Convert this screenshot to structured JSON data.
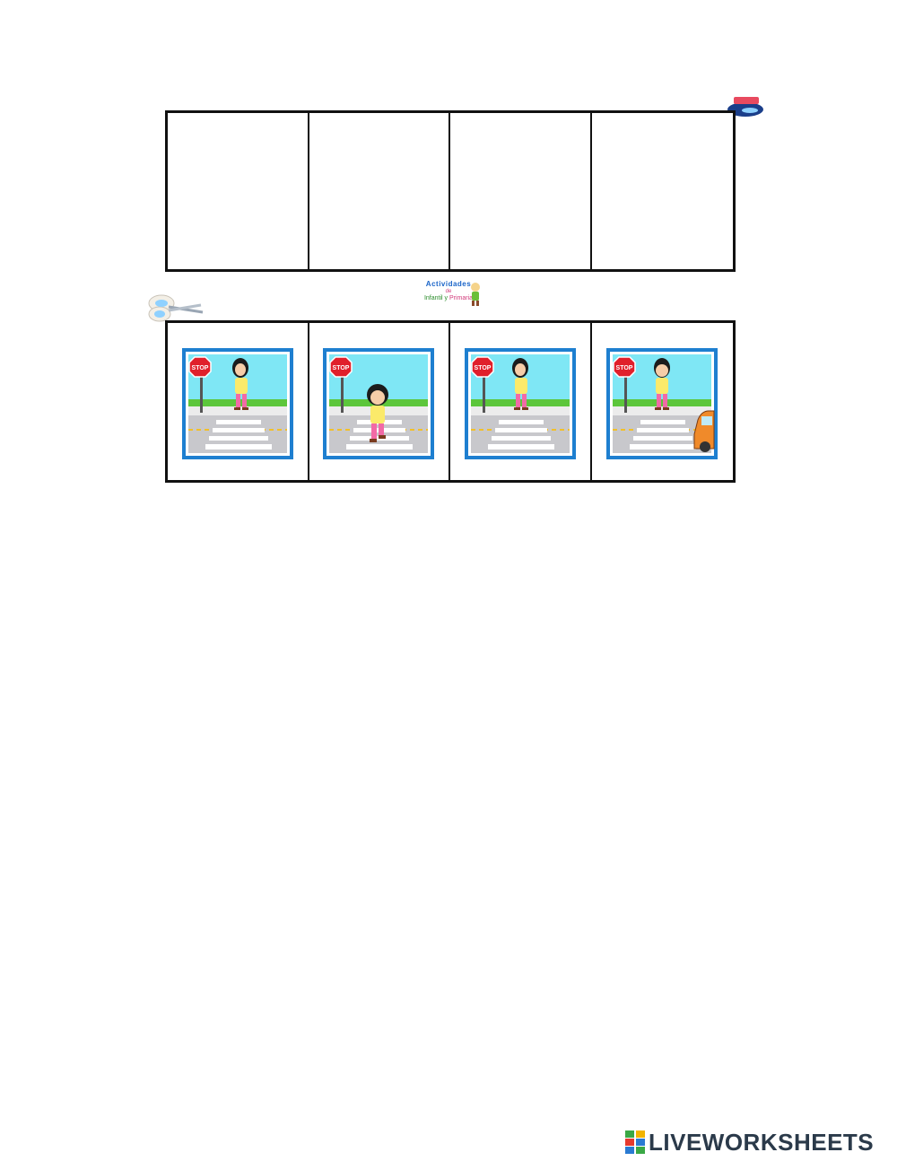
{
  "answer_boxes": [
    {
      "position": "1"
    },
    {
      "position": "2"
    },
    {
      "position": "3"
    },
    {
      "position": "4"
    }
  ],
  "brand": {
    "line1": "Actividades",
    "line2": "de",
    "line3a": "Infantil y ",
    "line3b": "Primaria"
  },
  "cards": [
    {
      "icon": "girl-at-crosswalk-looking-left-icon",
      "sign": "STOP"
    },
    {
      "icon": "girl-crossing-street-icon",
      "sign": "STOP"
    },
    {
      "icon": "girl-at-crosswalk-looking-right-icon",
      "sign": "STOP"
    },
    {
      "icon": "girl-waiting-car-passing-icon",
      "sign": "STOP"
    }
  ],
  "footer": {
    "brand_name": "LIVEWORKSHEETS"
  },
  "colors": {
    "frame_blue": "#1e7fd0",
    "sky": "#7fe7f5",
    "grass": "#5cc63b",
    "road": "#c8c8cc",
    "stop_red": "#e0202b",
    "car_orange": "#f08a2a"
  }
}
